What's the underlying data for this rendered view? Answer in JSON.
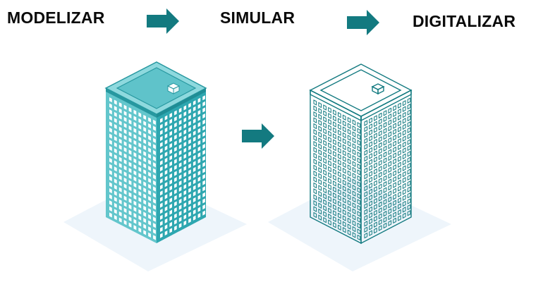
{
  "steps": [
    {
      "label": "MODELIZAR"
    },
    {
      "label": "SIMULAR"
    },
    {
      "label": "DIGITALIZAR"
    }
  ],
  "icons": {
    "arrow": "arrow-right-icon",
    "solid_building": "solid-building-icon",
    "wireframe_building": "wireframe-building-icon"
  },
  "colors": {
    "accent": "#137a80",
    "building_light": "#63c6cc",
    "building_mid": "#3aaeb6",
    "building_dark": "#2798a0",
    "ground": "#eef5fb",
    "text": "#0a0a0a"
  }
}
